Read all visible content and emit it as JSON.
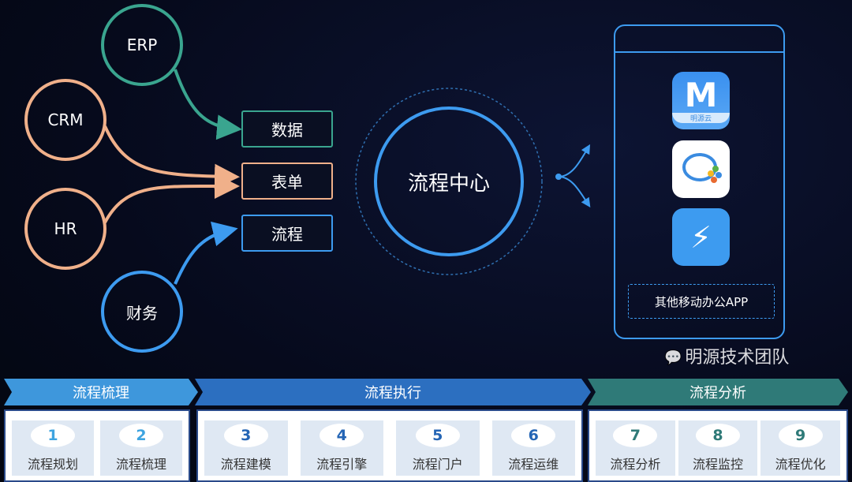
{
  "sources": [
    {
      "label": "ERP",
      "color": "#3aa58f"
    },
    {
      "label": "CRM",
      "color": "#f0b08a"
    },
    {
      "label": "HR",
      "color": "#f0b08a"
    },
    {
      "label": "财务",
      "color": "#3d9bf0"
    }
  ],
  "types": [
    {
      "label": "数据",
      "color": "#3aa58f"
    },
    {
      "label": "表单",
      "color": "#f0b08a"
    },
    {
      "label": "流程",
      "color": "#3d9bf0"
    }
  ],
  "center": {
    "label": "流程中心",
    "color": "#3d9bf0"
  },
  "phone": {
    "apps": [
      "mingyuanyun-app-icon",
      "wechat-work-app-icon",
      "dingtalk-app-icon"
    ],
    "app_logo_text": "明源云",
    "other_label": "其他移动办公APP"
  },
  "stages": [
    {
      "title": "流程梳理",
      "color": "#3e97dc",
      "num_color": "#3ea4e0",
      "steps": [
        {
          "n": "1",
          "label": "流程规划"
        },
        {
          "n": "2",
          "label": "流程梳理"
        }
      ]
    },
    {
      "title": "流程执行",
      "color": "#2c6fc0",
      "num_color": "#2465b5",
      "steps": [
        {
          "n": "3",
          "label": "流程建模"
        },
        {
          "n": "4",
          "label": "流程引擎"
        },
        {
          "n": "5",
          "label": "流程门户"
        },
        {
          "n": "6",
          "label": "流程运维"
        }
      ]
    },
    {
      "title": "流程分析",
      "color": "#2f7a78",
      "num_color": "#2f7a78",
      "steps": [
        {
          "n": "7",
          "label": "流程分析"
        },
        {
          "n": "8",
          "label": "流程监控"
        },
        {
          "n": "9",
          "label": "流程优化"
        }
      ]
    }
  ],
  "watermark": "明源技术团队"
}
